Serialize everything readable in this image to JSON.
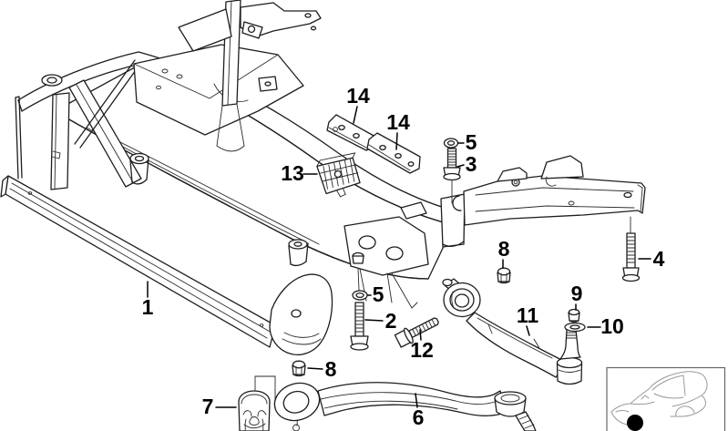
{
  "diagram": {
    "colors": {
      "background": "#ffffff",
      "line": "#1e1e1e",
      "label": "#000000",
      "inset_marker": "#000000",
      "inset_border": "#666666",
      "inset_car_line": "#9a9a9a"
    },
    "callouts": [
      {
        "label": "14"
      },
      {
        "label": "14"
      },
      {
        "label": "13"
      },
      {
        "label": "5"
      },
      {
        "label": "3"
      },
      {
        "label": "4"
      },
      {
        "label": "8"
      },
      {
        "label": "1"
      },
      {
        "label": "5"
      },
      {
        "label": "2"
      },
      {
        "label": "12"
      },
      {
        "label": "11"
      },
      {
        "label": "9"
      },
      {
        "label": "10"
      },
      {
        "label": "8"
      },
      {
        "label": "7"
      },
      {
        "label": "6"
      }
    ]
  }
}
